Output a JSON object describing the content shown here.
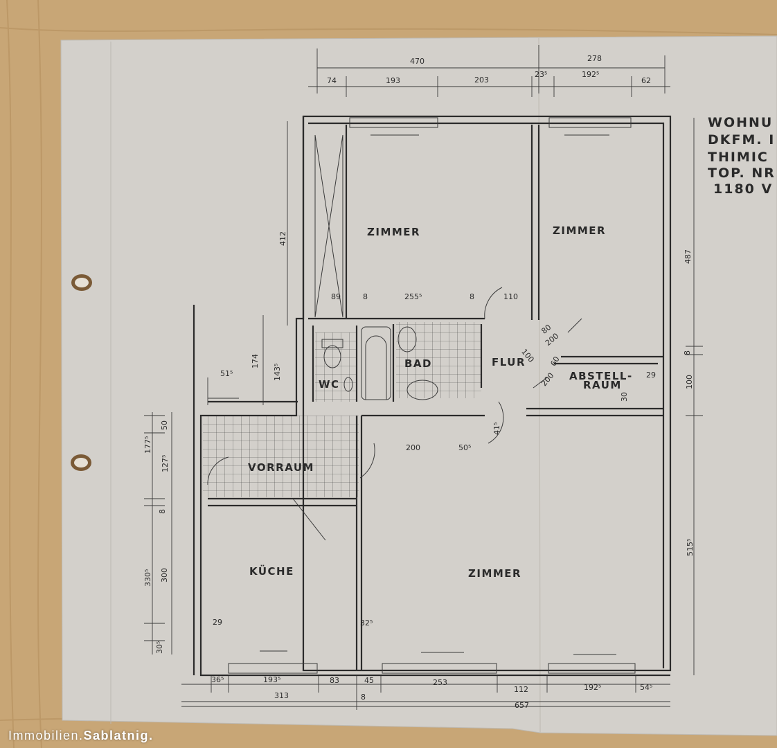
{
  "title_block": [
    "WOHNU",
    "DKFM. I",
    "THIMIC",
    "TOP. NR",
    "1180 V"
  ],
  "rooms": {
    "zimmer_top_left": "ZIMMER",
    "zimmer_top_right": "ZIMMER",
    "zimmer_bottom": "ZIMMER",
    "bad": "BAD",
    "wc": "WC",
    "flur": "FLUR",
    "abstellraum_1": "ABSTELL-",
    "abstellraum_2": "RAUM",
    "vorraum": "VORRAUM",
    "kueche": "KÜCHE"
  },
  "dims_top": {
    "total_left": "470",
    "total_right": "278",
    "d74": "74",
    "d193": "193",
    "d203": "203",
    "d23": "23⁵",
    "d192": "192⁵",
    "d62": "62"
  },
  "dims_inner": {
    "d89": "89",
    "d8a": "8",
    "d255": "255⁵",
    "d8b": "8",
    "d110": "110",
    "d412": "412",
    "d174": "174",
    "d143": "143⁵",
    "d51": "51⁵",
    "d487": "487",
    "d8c": "8",
    "d100": "100",
    "d29a": "29",
    "d30a": "30",
    "d80": "80",
    "d200a": "200",
    "d100b": "100",
    "d60": "60",
    "d200b": "200",
    "d41": "41⁵",
    "d200c": "200",
    "d50": "50⁵",
    "d177": "177⁵",
    "d50b": "50",
    "d127": "127⁵",
    "d8d": "8",
    "d330": "330⁵",
    "d300": "300",
    "d30b": "30⁵",
    "d29b": "29",
    "d32": "32⁵",
    "d515": "515⁵"
  },
  "dims_bottom": {
    "d36": "36⁵",
    "d193": "193⁵",
    "d83": "83",
    "d45": "45",
    "d253": "253",
    "d112": "112",
    "d192": "192⁵",
    "d54": "54⁵",
    "d313": "313",
    "d8": "8",
    "d657": "657"
  },
  "watermark": {
    "brand": "Immobilien.",
    "name": "Sablatnig."
  },
  "colors": {
    "paper": "#d2cfc9",
    "wood": "#c9a878",
    "ink": "#2b2b2b"
  }
}
